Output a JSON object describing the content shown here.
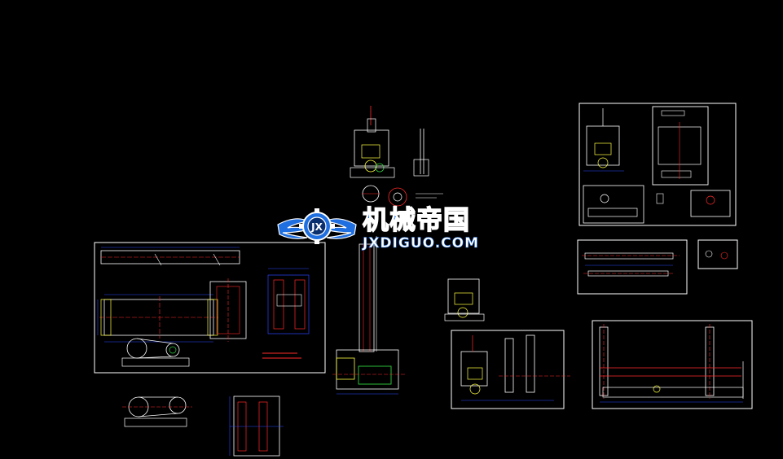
{
  "watermark": {
    "brand_cn": "机械帝国",
    "brand_en": "JXDIGUO.COM",
    "emblem_letters": "JX"
  },
  "colors": {
    "background": "#000000",
    "frame": "#ffffff",
    "dimension": "#2a46ff",
    "centerline": "#ff2a2a",
    "part": "#ffff40",
    "hatch": "#30d040",
    "accent": "#ff40ff",
    "brand_blue": "#1f6fe0"
  }
}
